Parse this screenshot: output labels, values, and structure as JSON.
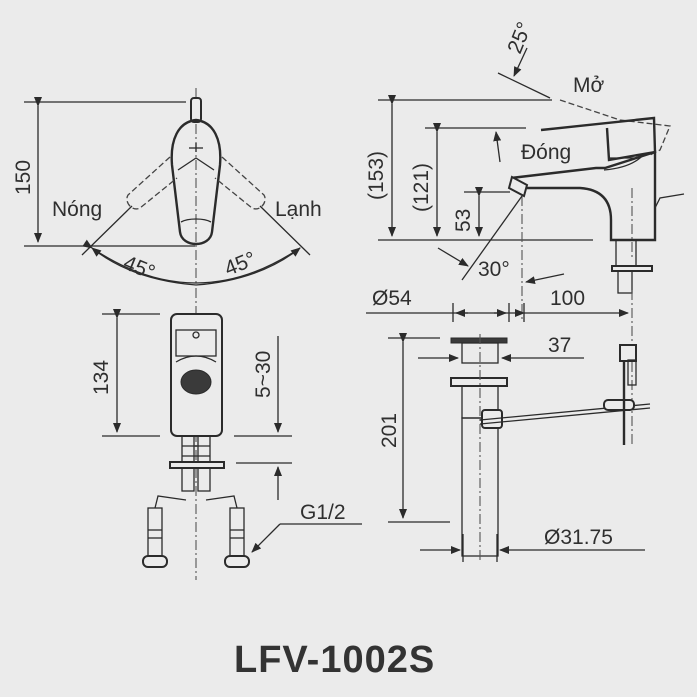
{
  "title": "LFV-1002S",
  "top_view": {
    "height_dim": "150",
    "label_hot": "Nóng",
    "label_cold": "Lạnh",
    "angle_left": "45°",
    "angle_right": "45°"
  },
  "front_view": {
    "height_dim": "134",
    "mount_range": "5~30",
    "thread": "G1/2"
  },
  "side_view": {
    "lever_angle": "25°",
    "label_open": "Mở",
    "label_closed": "Đóng",
    "total_height": "(153)",
    "lever_height": "(121)",
    "spout_height": "53",
    "spout_angle": "30°",
    "reach": "100",
    "hole_dia": "Ø54"
  },
  "drain_view": {
    "length": "201",
    "flange": "37",
    "pipe_dia": "Ø31.75"
  },
  "colors": {
    "background": "#ebebeb",
    "line": "#2b2b2b"
  }
}
